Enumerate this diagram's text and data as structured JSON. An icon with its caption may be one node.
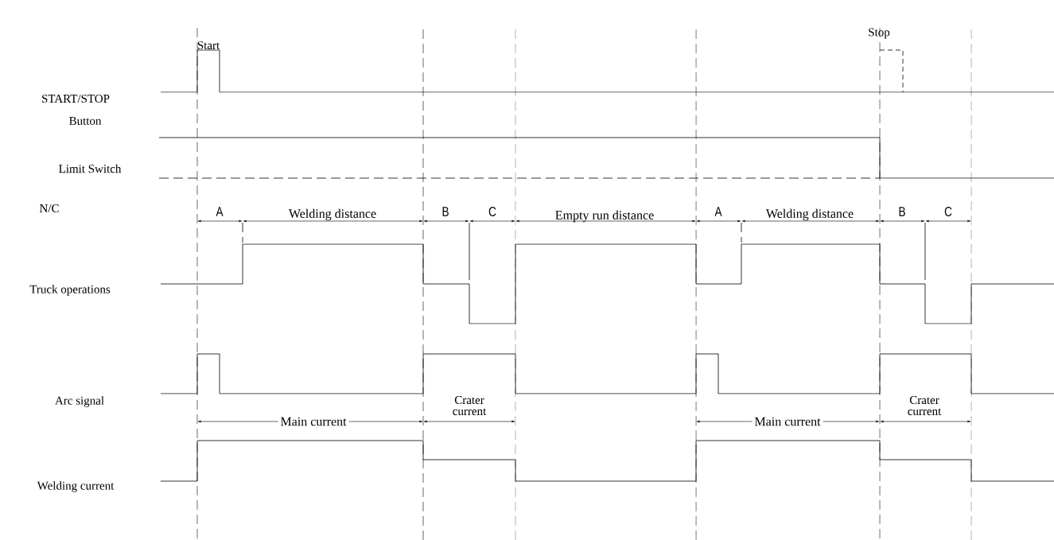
{
  "diagram": {
    "labels": [
      "Start",
      "Stop",
      "START/STOP",
      "Button",
      "Limit Switch",
      "N/C",
      "A",
      "Welding distance",
      "B",
      "C",
      "Empty run distance",
      "A",
      "Welding distance",
      "B",
      "C",
      "Truck operations",
      "Arc signal",
      "Crater current",
      "Main current",
      "Main current",
      "Crater current",
      "Welding current"
    ]
  }
}
